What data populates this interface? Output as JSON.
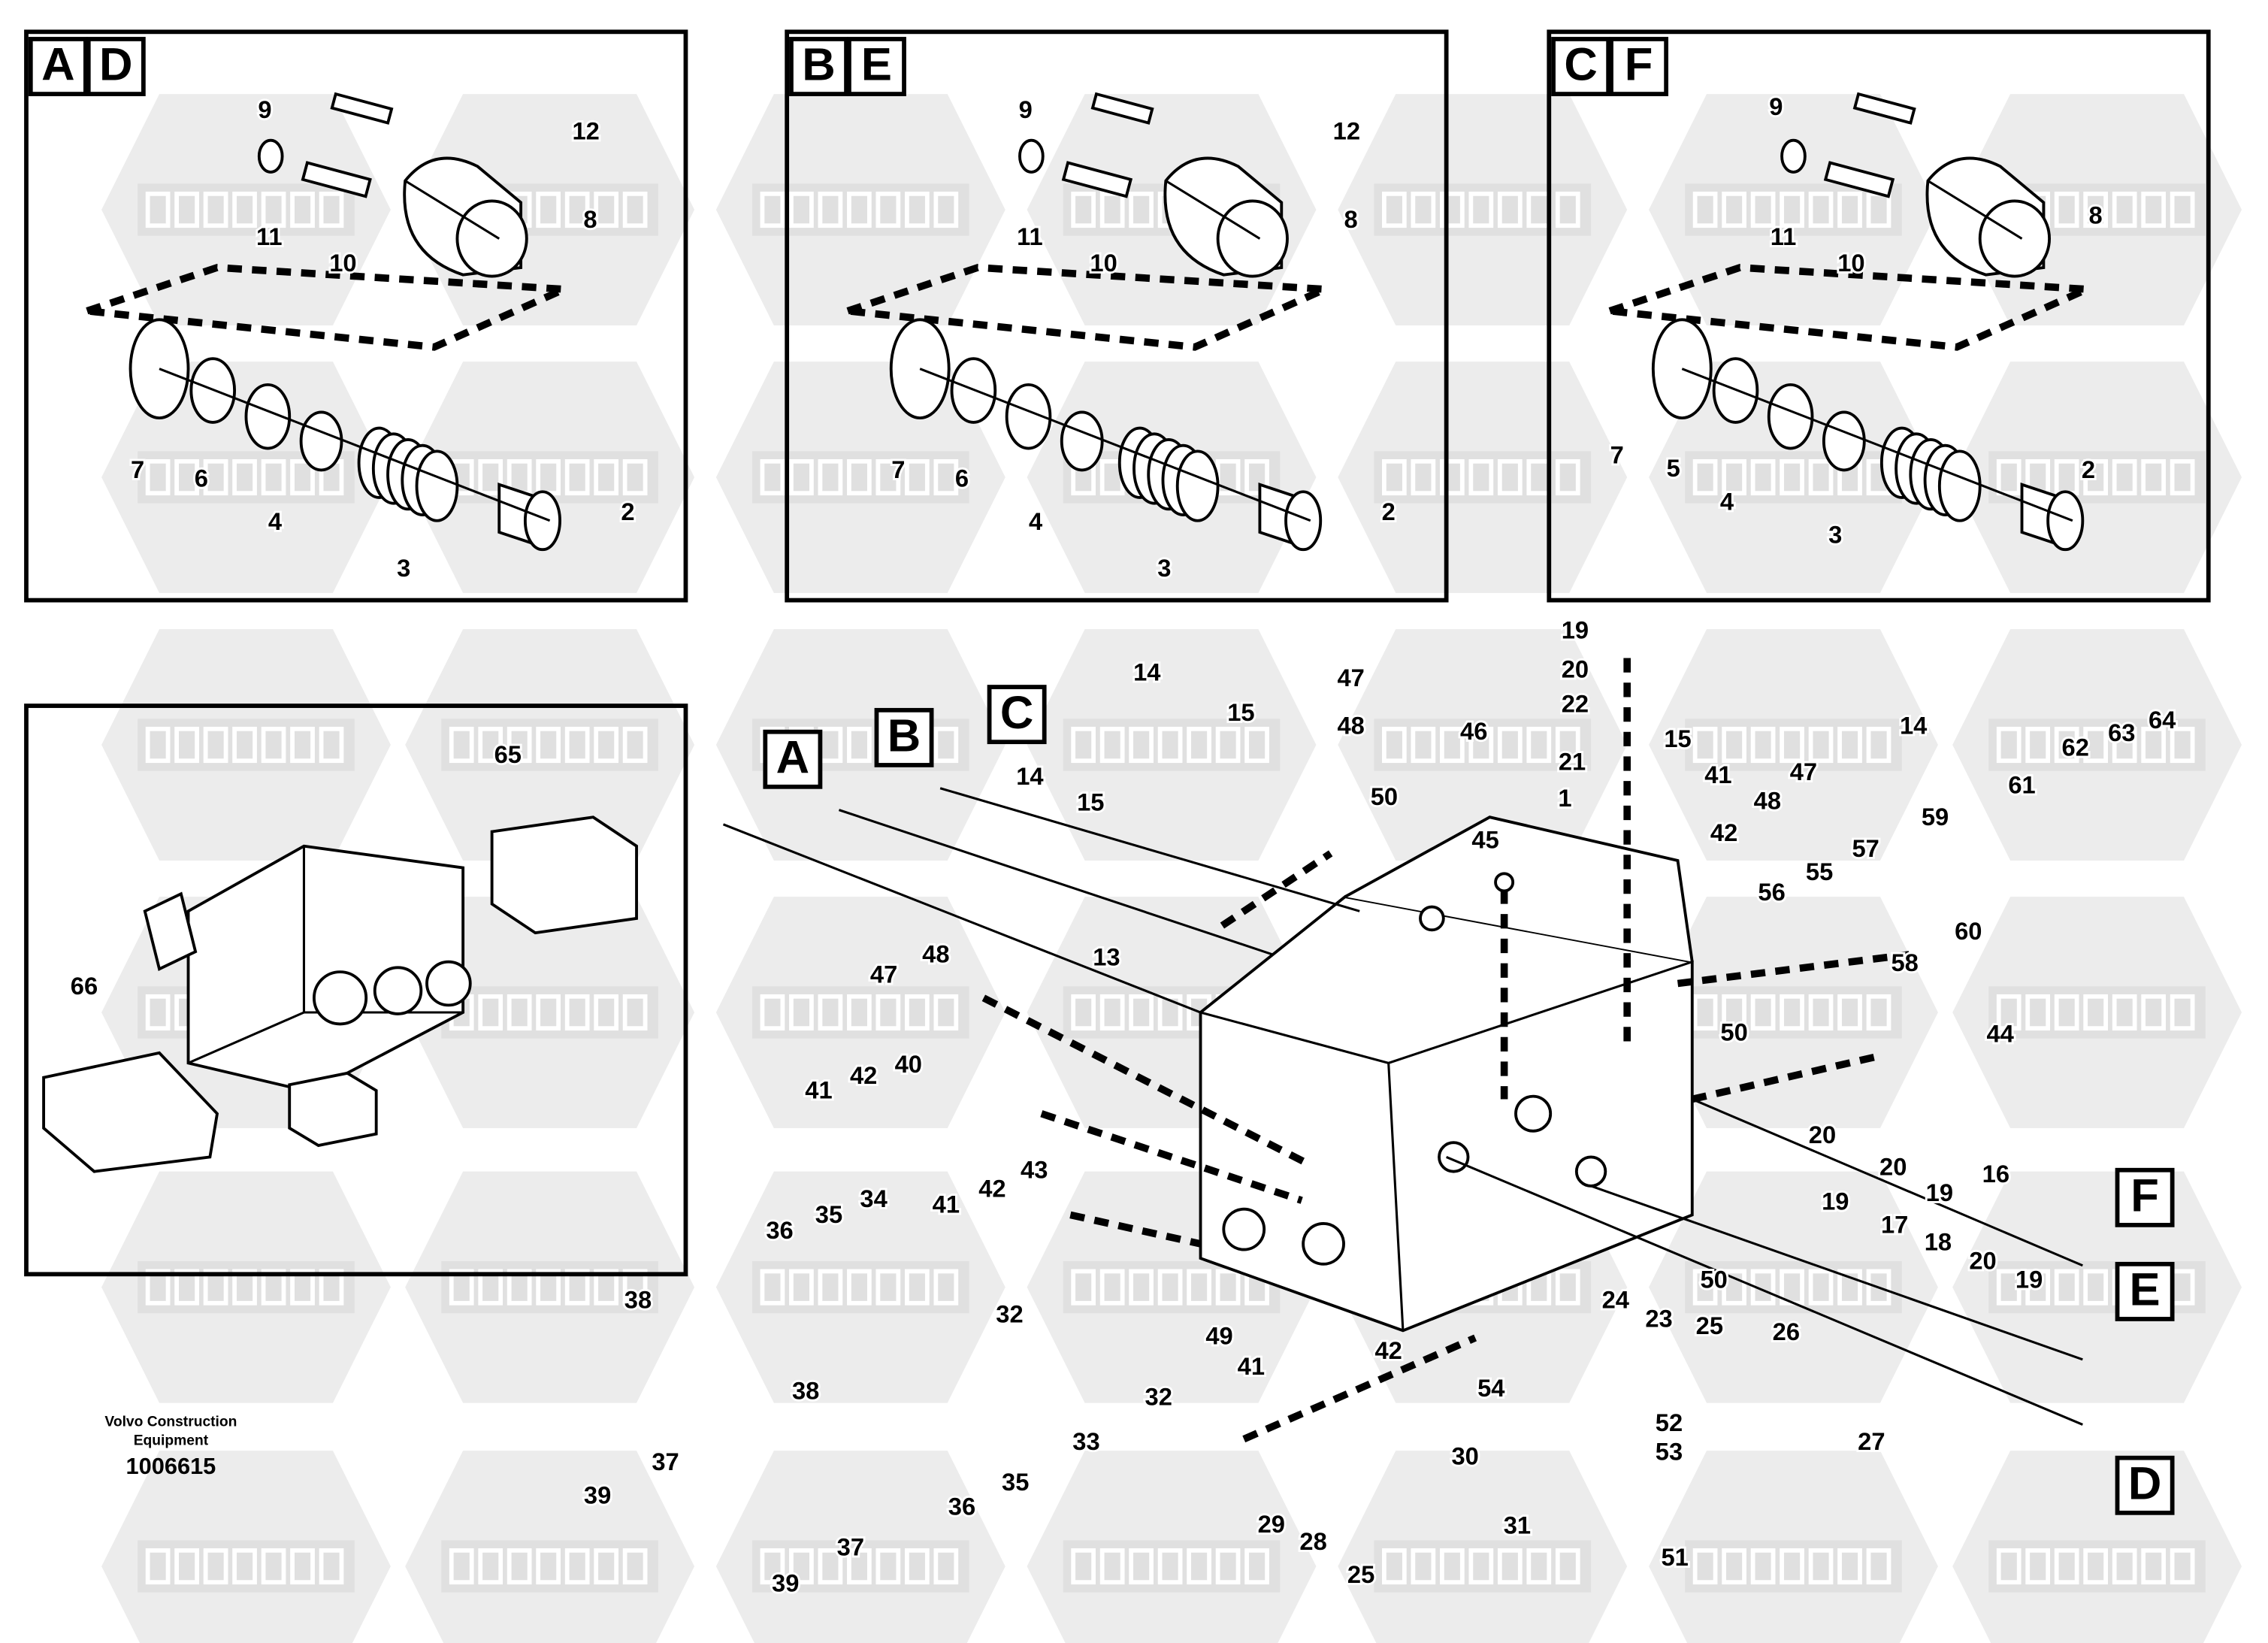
{
  "diagram": {
    "publisher_line1": "Volvo Construction",
    "publisher_line2": "Equipment",
    "drawing_number": "1006615",
    "watermarks": [
      "COMPART",
      "KOMПАРТ"
    ],
    "detail_panels": [
      {
        "letters": [
          "A",
          "D"
        ],
        "callouts": [
          "9",
          "12",
          "11",
          "10",
          "8",
          "7",
          "6",
          "4",
          "3",
          "2"
        ]
      },
      {
        "letters": [
          "B",
          "E"
        ],
        "callouts": [
          "9",
          "12",
          "11",
          "10",
          "8",
          "7",
          "6",
          "4",
          "3",
          "2"
        ]
      },
      {
        "letters": [
          "C",
          "F"
        ],
        "callouts": [
          "9",
          "11",
          "10",
          "8",
          "7",
          "5",
          "4",
          "3",
          "2"
        ]
      }
    ],
    "overview_panel": {
      "callouts": [
        "65",
        "66"
      ]
    },
    "view_markers": [
      "A",
      "B",
      "C",
      "F",
      "E",
      "D"
    ],
    "main_callouts": [
      "14",
      "15",
      "14",
      "15",
      "19",
      "20",
      "22",
      "21",
      "47",
      "48",
      "46",
      "45",
      "50",
      "1",
      "15",
      "14",
      "41",
      "42",
      "48",
      "47",
      "56",
      "55",
      "57",
      "58",
      "59",
      "60",
      "61",
      "62",
      "63",
      "64",
      "44",
      "13",
      "47",
      "48",
      "41",
      "42",
      "40",
      "41",
      "42",
      "43",
      "20",
      "19",
      "20",
      "19",
      "16",
      "50",
      "36",
      "35",
      "34",
      "32",
      "38",
      "37",
      "39",
      "17",
      "18",
      "20",
      "19",
      "50",
      "49",
      "42",
      "41",
      "24",
      "23",
      "25",
      "26",
      "38",
      "33",
      "32",
      "36",
      "35",
      "37",
      "39",
      "54",
      "52",
      "53",
      "27",
      "30",
      "29",
      "28",
      "25",
      "31",
      "51"
    ]
  }
}
